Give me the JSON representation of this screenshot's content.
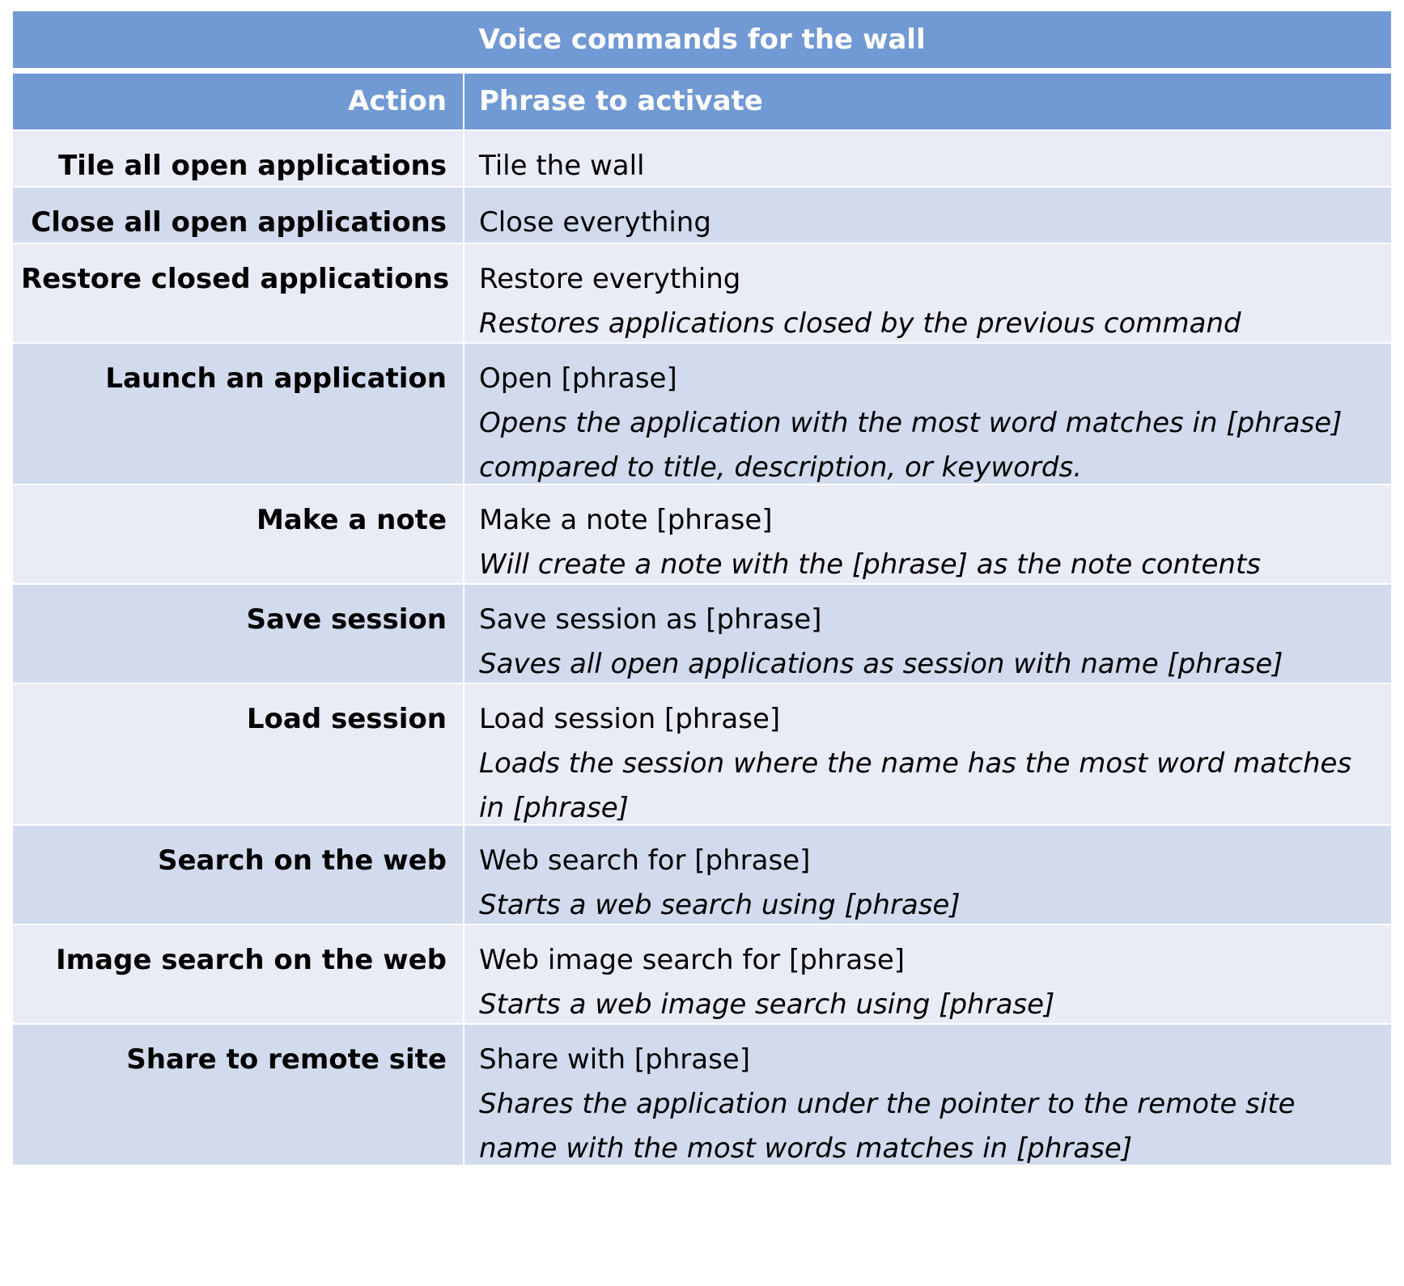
{
  "table": {
    "title": "Voice commands for the wall",
    "headers": {
      "action": "Action",
      "phrase": "Phrase to activate"
    },
    "rows": [
      {
        "action": "Tile all open applications",
        "phrase": "Tile the wall",
        "description": ""
      },
      {
        "action": "Close all open applications",
        "phrase": "Close everything",
        "description": ""
      },
      {
        "action": "Restore closed applications",
        "phrase": "Restore everything",
        "description": "Restores applications closed by the previous command"
      },
      {
        "action": "Launch an application",
        "phrase": "Open [phrase]",
        "description": "Opens the application with the most word matches in [phrase] compared to title, description, or keywords."
      },
      {
        "action": "Make a note",
        "phrase": "Make a note [phrase]",
        "description": "Will create a note with the [phrase] as the note contents"
      },
      {
        "action": "Save session",
        "phrase": "Save session as [phrase]",
        "description": "Saves all open applications as session with name [phrase]"
      },
      {
        "action": "Load session",
        "phrase": "Load session [phrase]",
        "description": "Loads the session where the name has the most word matches in [phrase]"
      },
      {
        "action": "Search on the web",
        "phrase": "Web search for [phrase]",
        "description": "Starts a web search using [phrase]"
      },
      {
        "action": "Image search on the web",
        "phrase": "Web image search for [phrase]",
        "description": "Starts a web image search using [phrase]"
      },
      {
        "action": "Share to remote site",
        "phrase": "Share with [phrase]",
        "description": "Shares the application under the pointer to the remote site name with the most words matches in [phrase]"
      }
    ]
  }
}
